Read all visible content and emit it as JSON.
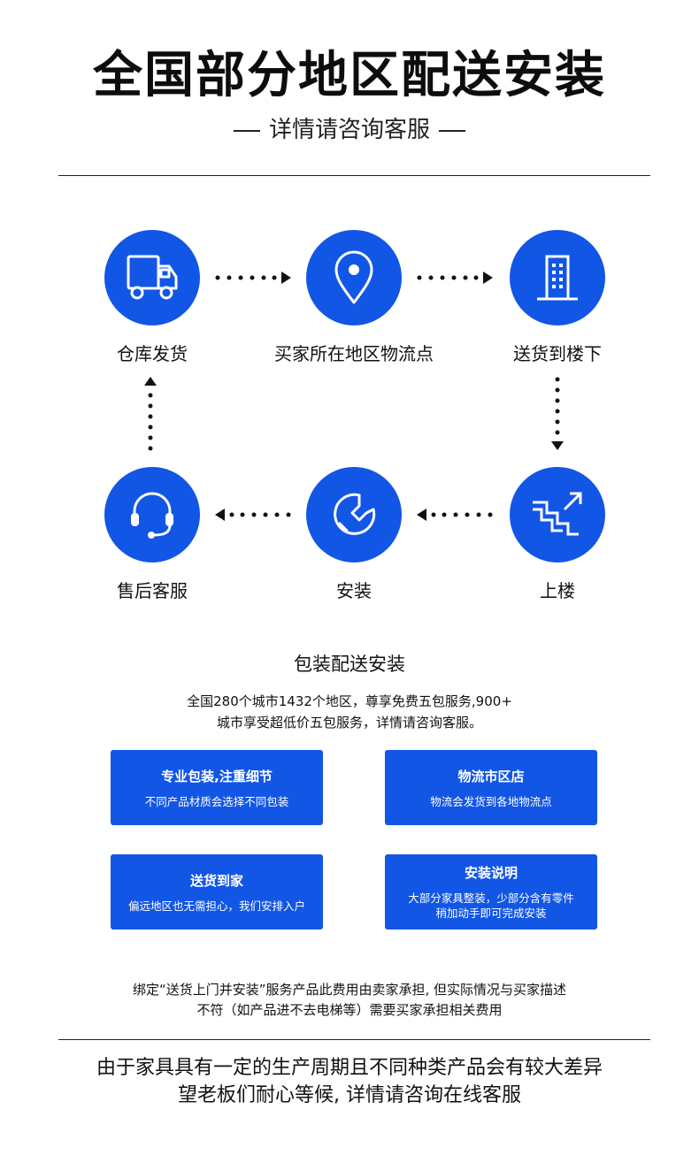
{
  "header": {
    "title": "全国部分地区配送安装",
    "subtitle": "详情请咨询客服"
  },
  "flow": {
    "steps": [
      {
        "label": "仓库发货",
        "icon": "truck-icon"
      },
      {
        "label": "买家所在地区物流点",
        "icon": "location-pin-icon"
      },
      {
        "label": "送货到楼下",
        "icon": "building-icon"
      },
      {
        "label": "上楼",
        "icon": "stairs-icon"
      },
      {
        "label": "安装",
        "icon": "wrench-icon"
      },
      {
        "label": "售后客服",
        "icon": "headset-icon"
      }
    ]
  },
  "service": {
    "title": "包装配送安装",
    "desc_line1": "全国280个城市1432个地区，尊享免费五包服务,900+",
    "desc_line2": "城市享受超低价五包服务，详情请咨询客服。",
    "boxes": [
      {
        "title": "专业包装,注重细节",
        "line1": "不同产品材质会选择不同包装",
        "line2": ""
      },
      {
        "title": "物流市区店",
        "line1": "物流会发货到各地物流点",
        "line2": ""
      },
      {
        "title": "送货到家",
        "line1": "偏远地区也无需担心，我们安排入户",
        "line2": ""
      },
      {
        "title": "安装说明",
        "line1": "大部分家具整装，少部分含有零件",
        "line2": "稍加动手即可完成安装"
      }
    ]
  },
  "note": {
    "line1": "绑定“送货上门并安装”服务产品此费用由卖家承担, 但实际情况与买家描述",
    "line2": "不符（如产品进不去电梯等）需要买家承担相关费用"
  },
  "footer": {
    "line1": "由于家具具有一定的生产周期且不同种类产品会有较大差异",
    "line2": "望老板们耐心等候, 详情请咨询在线客服"
  },
  "colors": {
    "accent": "#1256e6",
    "text": "#111111"
  }
}
